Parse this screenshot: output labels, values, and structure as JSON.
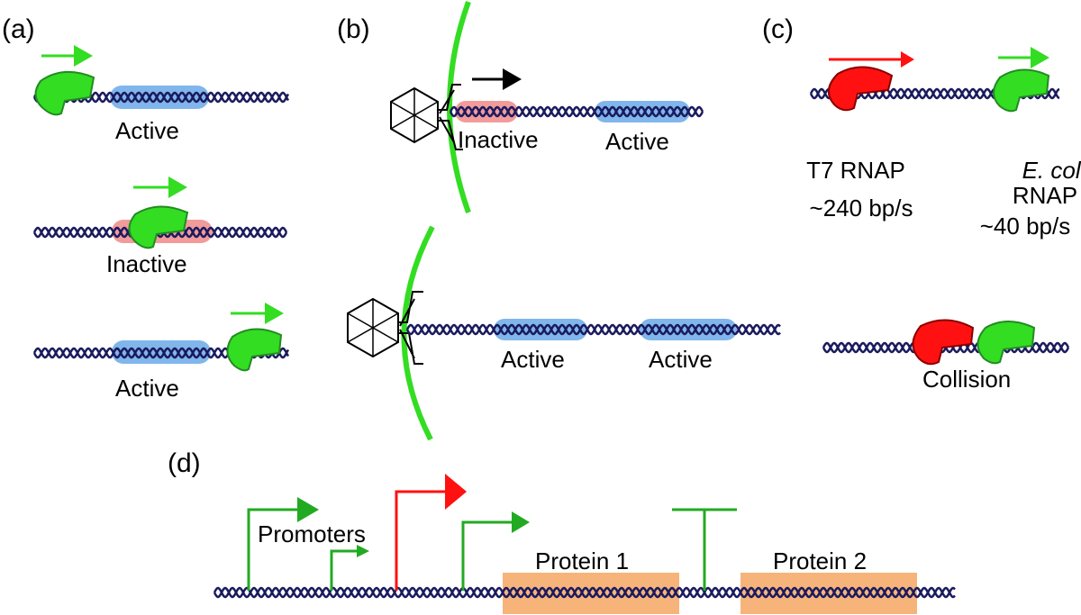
{
  "panels": {
    "a": {
      "label": "(a)",
      "rows": [
        {
          "label": "Active",
          "region": "active"
        },
        {
          "label": "Inactive",
          "region": "inactive"
        },
        {
          "label": "Active",
          "region": "active"
        }
      ]
    },
    "b": {
      "label": "(b)",
      "top": {
        "labels": [
          "Inactive",
          "Active"
        ]
      },
      "bottom": {
        "labels": [
          "Active",
          "Active"
        ]
      }
    },
    "c": {
      "label": "(c)",
      "t7": {
        "line1": "T7 RNAP",
        "line2": "~240 bp/s"
      },
      "ecoli": {
        "line1": "E. coli",
        "line2": "RNAP",
        "line3": "~40 bp/s"
      },
      "collision": "Collision"
    },
    "d": {
      "label": "(d)",
      "promoters_label": "Promoters",
      "protein1": "Protein 1",
      "protein2": "Protein 2"
    }
  },
  "colors": {
    "dna": "#1a1a5e",
    "active": "#6aa9e8",
    "inactive": "#f08a8a",
    "ecoli_rnap": "#33dd22",
    "t7_rnap": "#ff1111",
    "promoter_green": "#22aa22",
    "protein_box": "#f7b47a",
    "phage": "#000000",
    "membrane": "#33dd22"
  }
}
